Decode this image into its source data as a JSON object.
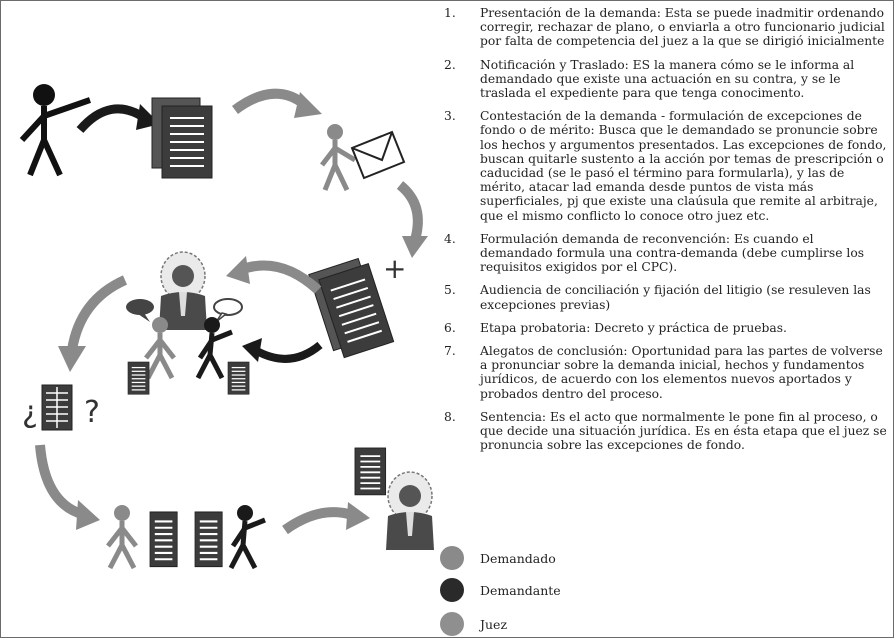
{
  "steps": [
    {
      "num": "1.",
      "text": "Presentación de la demanda: Esta se puede inadmitir ordenando corregir, rechazar de plano, o enviarla a otro funcionario judicial por falta de competencia del juez a la que se dirigió inicialmente"
    },
    {
      "num": "2.",
      "text": "Notificación y Traslado: ES la manera cómo se le informa al demandado que existe una actuación en su contra, y se le traslada el expediente para que tenga conocimento."
    },
    {
      "num": "3.",
      "text": "Contestación de la demanda - formulación de excepciones de fondo o de mérito: Busca que le demandado se pronuncie sobre los hechos y argumentos presentados. Las excepciones de fondo, buscan quitarle sustento a la acción por temas de prescripción o caducidad (se le pasó el término para formularla), y las de mérito, atacar lad emanda desde puntos de vista más superficiales, pj que existe una claúsula que remite al arbitraje, que el mismo conflicto lo conoce otro juez etc."
    },
    {
      "num": "4.",
      "text": "Formulación demanda de reconvención: Es cuando el demandado formula una contra-demanda (debe cumplirse los requisitos exigidos por el CPC)."
    },
    {
      "num": "5.",
      "text": "Audiencia de conciliación y fijación del litigio (se resuleven las excepciones previas)"
    },
    {
      "num": "6.",
      "text": "Etapa probatoria: Decreto y práctica de pruebas."
    },
    {
      "num": "7.",
      "text": "Alegatos de conclusión: Oportunidad para las partes de volverse a pronunciar sobre la demanda inicial, hechos y fundamentos jurídicos, de acuerdo con los elementos nuevos aportados y probados dentro del proceso."
    },
    {
      "num": "8.",
      "text": "Sentencia: Es el acto que normalmente le pone fin al proceso, o que decide una situación jurídica. Es en ésta etapa que el juez se pronuncia sobre las excepciones de fondo."
    }
  ],
  "legend": [
    {
      "label": "Demandado",
      "color": "#8a8a8a"
    },
    {
      "label": "Demandante",
      "color": "#2a2a2a"
    },
    {
      "label": "Juez",
      "color": "#8f8f8f"
    }
  ],
  "illustration": {
    "question_open": "¿",
    "question_close": "?",
    "plus": "+"
  },
  "colors": {
    "arrow_black": "#1a1a1a",
    "arrow_gray": "#8a8a8a",
    "doc_dark": "#3c3c3c",
    "judge_robe": "#4a4a4a"
  }
}
